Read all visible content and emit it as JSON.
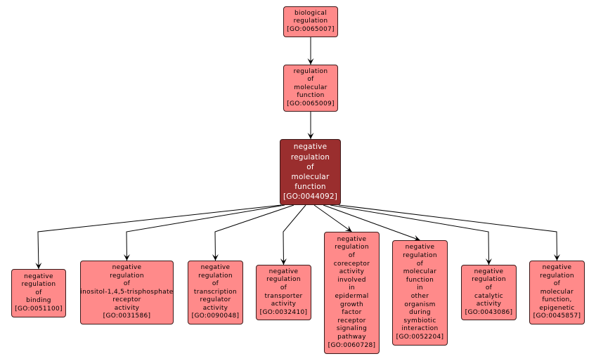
{
  "colors": {
    "node_fill": "#ff8a8a",
    "focus_fill": "#9a2e2e",
    "edge": "#000000"
  },
  "nodes": [
    {
      "id": "n_0065007",
      "lines": [
        "biological",
        "regulation",
        "[GO:0065007]"
      ]
    },
    {
      "id": "n_0065009",
      "lines": [
        "regulation",
        "of",
        "molecular",
        "function",
        "[GO:0065009]"
      ]
    },
    {
      "id": "n_0044092",
      "lines": [
        "negative",
        "regulation",
        "of",
        "molecular",
        "function",
        "[GO:0044092]"
      ],
      "focus": true
    },
    {
      "id": "n_0051100",
      "lines": [
        "negative",
        "regulation",
        "of",
        "binding",
        "[GO:0051100]"
      ]
    },
    {
      "id": "n_0031586",
      "lines": [
        "negative",
        "regulation",
        "of",
        "inositol-1,4,5-trisphosphate",
        "receptor",
        "activity",
        "[GO:0031586]"
      ]
    },
    {
      "id": "n_0090048",
      "lines": [
        "negative",
        "regulation",
        "of",
        "transcription",
        "regulator",
        "activity",
        "[GO:0090048]"
      ]
    },
    {
      "id": "n_0032410",
      "lines": [
        "negative",
        "regulation",
        "of",
        "transporter",
        "activity",
        "[GO:0032410]"
      ]
    },
    {
      "id": "n_0060728",
      "lines": [
        "negative",
        "regulation",
        "of",
        "coreceptor",
        "activity",
        "involved",
        "in",
        "epidermal",
        "growth",
        "factor",
        "receptor",
        "signaling",
        "pathway",
        "[GO:0060728]"
      ]
    },
    {
      "id": "n_0052204",
      "lines": [
        "negative",
        "regulation",
        "of",
        "molecular",
        "function",
        "in",
        "other",
        "organism",
        "during",
        "symbiotic",
        "interaction",
        "[GO:0052204]"
      ]
    },
    {
      "id": "n_0043086",
      "lines": [
        "negative",
        "regulation",
        "of",
        "catalytic",
        "activity",
        "[GO:0043086]"
      ]
    },
    {
      "id": "n_0045857",
      "lines": [
        "negative",
        "regulation",
        "of",
        "molecular",
        "function,",
        "epigenetic",
        "[GO:0045857]"
      ]
    }
  ],
  "edges": [
    {
      "from": "n_0065007",
      "to": "n_0065009"
    },
    {
      "from": "n_0065009",
      "to": "n_0044092"
    },
    {
      "from": "n_0044092",
      "to": "n_0051100"
    },
    {
      "from": "n_0044092",
      "to": "n_0031586"
    },
    {
      "from": "n_0044092",
      "to": "n_0090048"
    },
    {
      "from": "n_0044092",
      "to": "n_0032410"
    },
    {
      "from": "n_0044092",
      "to": "n_0060728"
    },
    {
      "from": "n_0044092",
      "to": "n_0052204"
    },
    {
      "from": "n_0044092",
      "to": "n_0043086"
    },
    {
      "from": "n_0044092",
      "to": "n_0045857"
    }
  ]
}
